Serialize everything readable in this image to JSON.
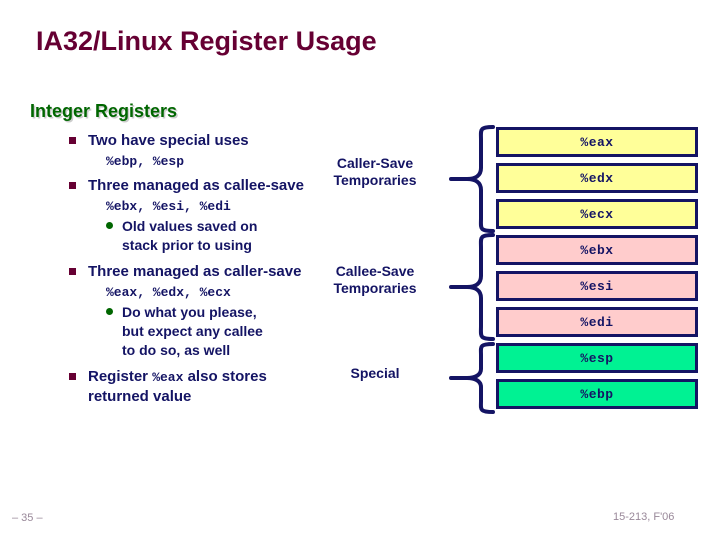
{
  "slide": {
    "title": "IA32/Linux Register Usage",
    "section_heading": "Integer Registers",
    "page_number": "– 35 –",
    "course_footer": "15-213, F'06"
  },
  "colors": {
    "title": "#660033",
    "heading_green": "#006600",
    "body_navy": "#141464",
    "bullet_maroon": "#660033",
    "subbullet_green": "#006600",
    "caller_save_fill": "#FFFF99",
    "callee_save_fill": "#FFCCCC",
    "special_fill": "#00F293",
    "box_border": "#141464",
    "footer": "#998899"
  },
  "bullets": [
    {
      "text": "Two have special uses",
      "regs": "%ebp, %esp",
      "sub": null
    },
    {
      "text": "Three managed as callee-save",
      "regs": "%ebx, %esi, %edi",
      "sub": [
        "Old values saved on",
        "stack prior to using"
      ]
    },
    {
      "text": "Three managed as caller-save",
      "regs": "%eax, %edx, %ecx",
      "sub": [
        "Do what you please,",
        "but expect any callee",
        "to do so, as well"
      ]
    },
    {
      "text_pre": "Register ",
      "text_mono": "%eax",
      "text_post": " also stores returned value"
    }
  ],
  "groups": [
    {
      "id": "caller-save",
      "line1": "Caller-Save",
      "line2": "Temporaries"
    },
    {
      "id": "callee-save",
      "line1": "Callee-Save",
      "line2": "Temporaries"
    },
    {
      "id": "special",
      "line1": "Special",
      "line2": ""
    }
  ],
  "registers": [
    {
      "name": "%eax",
      "group": "caller-save"
    },
    {
      "name": "%edx",
      "group": "caller-save"
    },
    {
      "name": "%ecx",
      "group": "caller-save"
    },
    {
      "name": "%ebx",
      "group": "callee-save"
    },
    {
      "name": "%esi",
      "group": "callee-save"
    },
    {
      "name": "%edi",
      "group": "callee-save"
    },
    {
      "name": "%esp",
      "group": "special"
    },
    {
      "name": "%ebp",
      "group": "special"
    }
  ]
}
